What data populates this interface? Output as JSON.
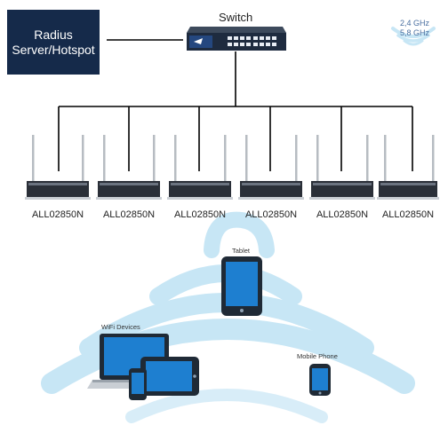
{
  "server": {
    "label_line1": "Radius",
    "label_line2": "Server/Hotspot"
  },
  "switch": {
    "label": "Switch"
  },
  "wifi_badge": {
    "line1": "2,4 GHz",
    "line2": "5,8 GHz"
  },
  "access_points": [
    {
      "label": "ALL02850N"
    },
    {
      "label": "ALL02850N"
    },
    {
      "label": "ALL02850N"
    },
    {
      "label": "ALL02850N"
    },
    {
      "label": "ALL02850N"
    },
    {
      "label": "ALL02850N"
    }
  ],
  "devices": {
    "tablet_label": "Tablet",
    "wifi_devices_label": "WiFi Devices",
    "mobile_phone_label": "Mobile Phone"
  },
  "colors": {
    "server_bg": "#152a4a",
    "wifi_arc": "#c7e6f5",
    "device_dark": "#1f2a36",
    "screen_blue": "#1e7fd0"
  }
}
